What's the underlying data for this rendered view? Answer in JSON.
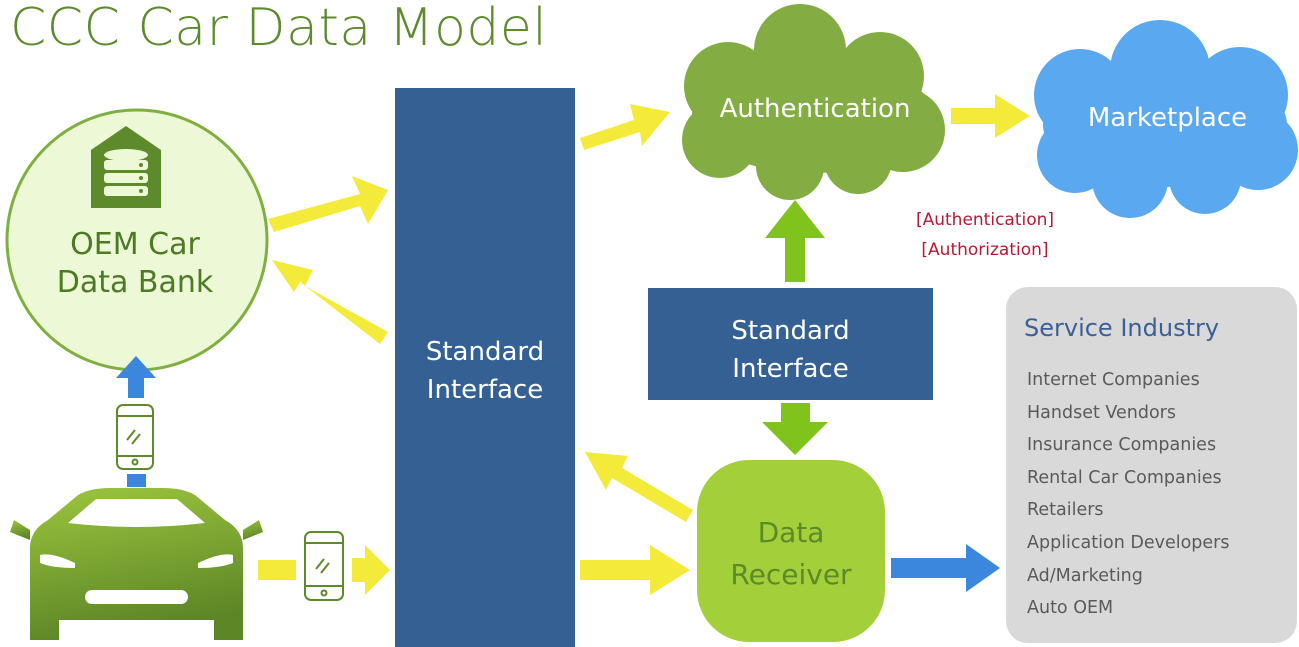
{
  "title": "CCC Car Data Model",
  "nodes": {
    "oem_bank": {
      "label": "OEM Car\nData Bank"
    },
    "standard_interface_left": {
      "label": "Standard\nInterface"
    },
    "standard_interface_mid": {
      "label": "Standard\nInterface"
    },
    "authentication": {
      "label": "Authentication"
    },
    "marketplace": {
      "label": "Marketplace"
    },
    "data_receiver": {
      "label": "Data\nReceiver"
    }
  },
  "auth_note": "[Authentication]\n[Authorization]",
  "service_industry": {
    "title": "Service Industry",
    "items": [
      "Internet Companies",
      "Handset Vendors",
      "Insurance Companies",
      "Rental Car Companies",
      "Retailers",
      "Application Developers",
      "Ad/Marketing",
      "Auto OEM"
    ]
  },
  "icons": [
    "database-house-icon",
    "phone-icon",
    "car-icon"
  ],
  "colors": {
    "title_green": "#5e8a2e",
    "interface_blue": "#346094",
    "cloud_green": "#83ad43",
    "cloud_blue": "#5aa8f0",
    "receiver_green": "#a3cf3a",
    "bank_fill": "#ecf8d6",
    "arrow_yellow": "#f4ea3a",
    "arrow_green": "#7fc31c",
    "arrow_blue": "#3b87dd",
    "note_red": "#b51a35",
    "service_bg": "#d9d9d9"
  }
}
